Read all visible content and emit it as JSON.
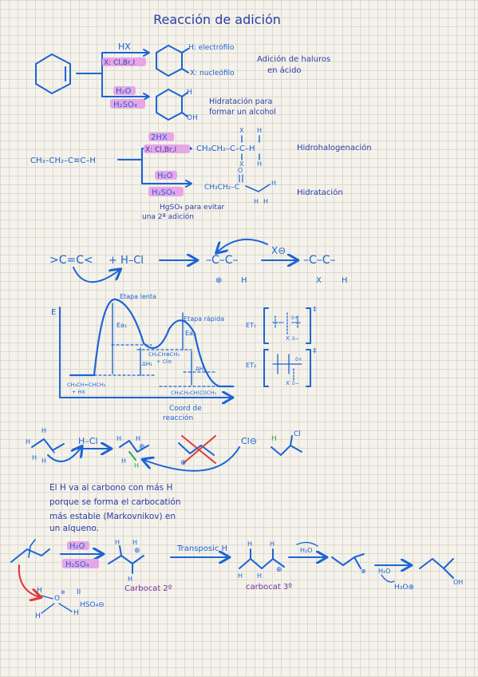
{
  "colors": {
    "ink": "#1c64d4",
    "note": "#2b3ea8",
    "highlight": "#e7a6e6",
    "red": "#e03a3a",
    "green": "#34a84a",
    "purple": "#7a2fa0"
  },
  "title": "Reacción de adición",
  "s1": {
    "reagent_hx": "HX",
    "x_halides": "X: Cl,Br,I",
    "electrophile": "H: electrófilo",
    "nucleophile": "X: nucleófilo",
    "halide_note_1": "Adición de haluros",
    "halide_note_2": "en ácido",
    "h2o": "H₂O",
    "h2so4": "H₂SO₄",
    "hydration_note_1": "Hidratación para",
    "hydration_note_2": "formar un alcohol",
    "oh": "OH",
    "h": "H"
  },
  "s2": {
    "alkyne": "CH₃–CH₂–C≡C–H",
    "reagent_2hx": "2HX",
    "x_halides": "X: Cl,Br,I",
    "product1": "CH₃CH₂–C–C–H",
    "label1": "Hidrohalogenación",
    "h2o": "H₂O",
    "h2so4": "H₂SO₄",
    "product2": "CH₃CH₂–C",
    "label2": "Hidratación",
    "hgso4_note_1": "HgSO₄ para evitar",
    "hgso4_note_2": "una 2ª adición",
    "x": "X",
    "h": "H",
    "o": "O"
  },
  "s3": {
    "alkene": ">C=C<",
    "hcl": "+ H–Cl",
    "cation": "–C–C–",
    "x_minus": "X⊖",
    "product": "–C–C–",
    "h": "H",
    "x": "X",
    "plus": "⊕"
  },
  "s4": {
    "e_label": "E",
    "slow_step": "Etapa lenta",
    "fast_step": "Etapa rápida",
    "ea1": "Ea₁",
    "ea2": "Ea₂",
    "mid_label_1": "CH₃CH⊕CH₃",
    "mid_label_2": "+ Cl⊖",
    "dh1": "ΔH₁",
    "dh2": "ΔH₂",
    "reactants_1": "CH₃CH=CHCH₃",
    "reactants_2": "+ HX",
    "products": "CH₃CH₂CH(Cl)CH₃",
    "x_axis_1": "Coord de",
    "x_axis_2": "reacción",
    "et1": "ET₁",
    "et2": "ET₂",
    "dagger": "‡",
    "delta_plus": "δ+",
    "delta_minus": "δ−",
    "x": "X"
  },
  "s5": {
    "hcl": "H–Cl",
    "cl_minus": "Cl⊖",
    "cl": "Cl",
    "h": "H",
    "note": [
      "El H va al carbono con más H",
      "porque se forma el carbocatión",
      "más estable (Markovnikov) en",
      "un alqueno."
    ]
  },
  "s6": {
    "h2o": "H₂O",
    "h2so4": "H₂SO₄",
    "rearrangement": "Transposic H",
    "carbocat2": "Carbocat 2º",
    "carbocat3": "carbocat 3º",
    "h2o_small": "H₂O",
    "h3o": "H₃O⊕",
    "oh": "OH",
    "hso4": "HSO₄⊖",
    "h": "H",
    "o": "O",
    "plus": "⊕",
    "minus": "⊖"
  }
}
